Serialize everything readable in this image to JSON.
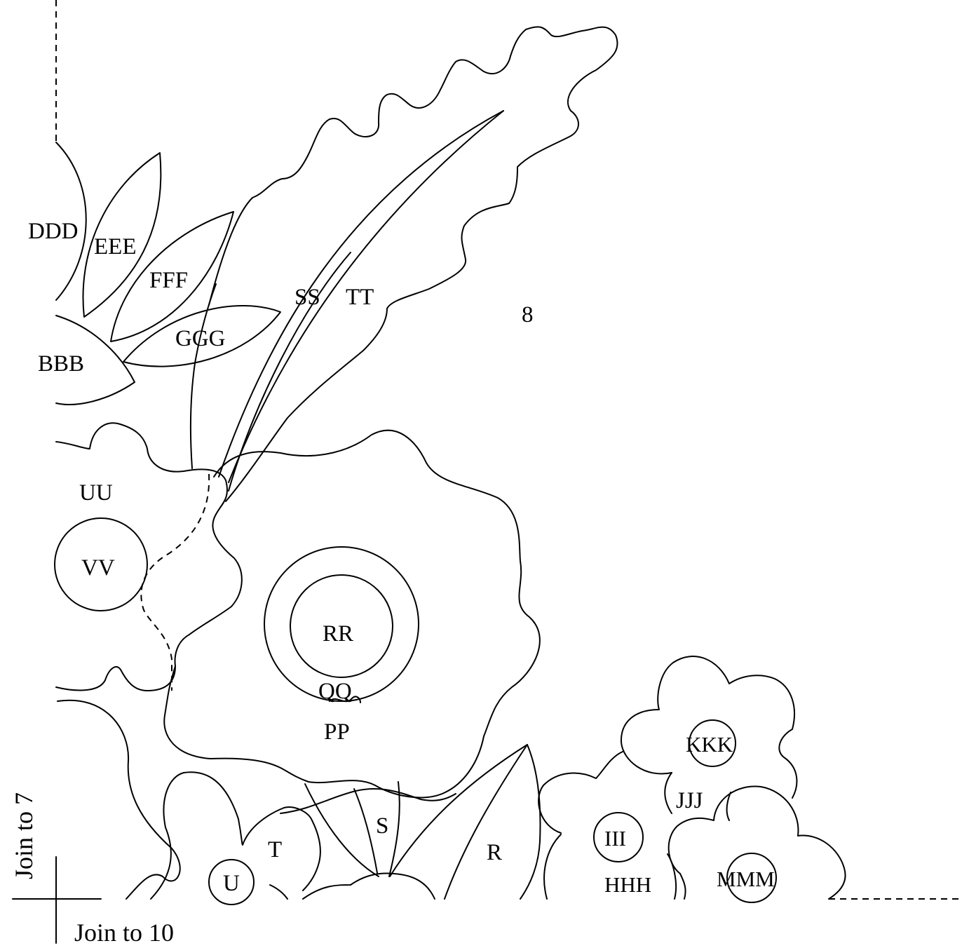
{
  "page_number": "8",
  "join_notes": {
    "left": "Join to 7",
    "bottom": "Join to 10"
  },
  "labels": {
    "ddd": "DDD",
    "eee": "EEE",
    "fff": "FFF",
    "ggg": "GGG",
    "bbb": "BBB",
    "ss": "SS",
    "tt": "TT",
    "uu": "UU",
    "vv": "VV",
    "rr": "RR",
    "qq": "QQ",
    "pp": "PP",
    "kkk": "KKK",
    "jjj": "JJJ",
    "iii": "III",
    "hhh": "HHH",
    "mmm": "MMM",
    "s": "S",
    "t": "T",
    "u": "U",
    "r": "R"
  }
}
